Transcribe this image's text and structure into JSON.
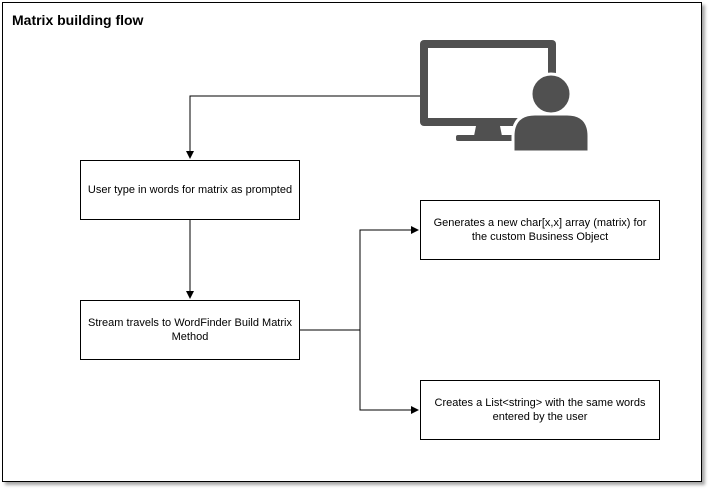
{
  "diagram": {
    "title": "Matrix building flow",
    "nodes": {
      "user_input": "User type in words for matrix as prompted",
      "stream": "Stream travels to WordFinder Build Matrix Method",
      "matrix": "Generates a new char[x,x] array (matrix) for the custom Business Object",
      "list": "Creates a List<string> with the same words entered by the user"
    },
    "icon": "computer-user-icon",
    "colors": {
      "icon_fill": "#505050",
      "line": "#000000"
    }
  }
}
